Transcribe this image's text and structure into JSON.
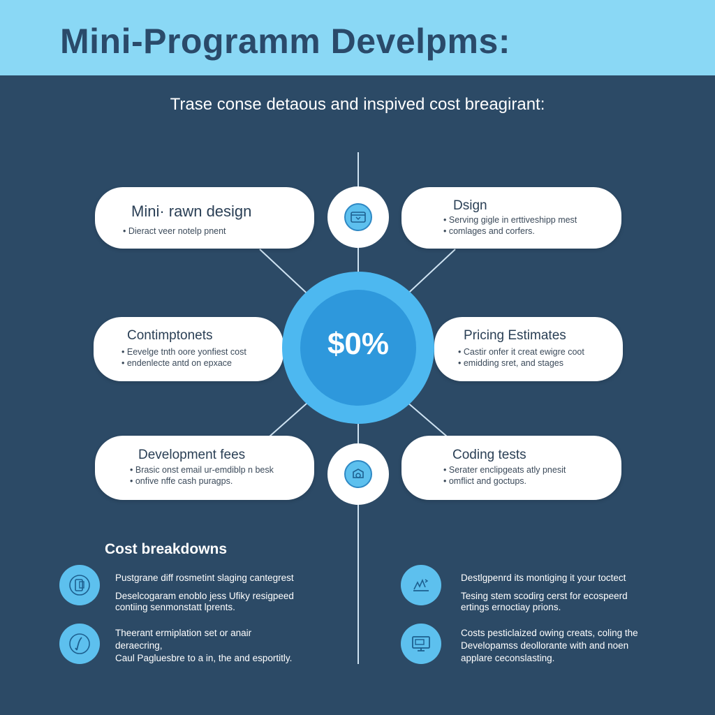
{
  "header": {
    "title": "Mini-Programm Develpms:"
  },
  "subtitle": "Trase conse detaous and inspived cost breagirant:",
  "hub": {
    "value": "$0%"
  },
  "cards": {
    "top_left": {
      "title": "Mini· rawn design",
      "bullets": [
        "Dieract veer notelp pnent"
      ]
    },
    "top_right": {
      "title": "Dsign",
      "bullets": [
        "Serving gigle in erttiveshipp mest",
        "comlages and corfers."
      ]
    },
    "mid_left": {
      "title": "Contimptonets",
      "bullets": [
        "Eevelge tnth oore yonfiest cost",
        "endenlecte antd on epxace"
      ]
    },
    "mid_right": {
      "title": "Pricing Estimates",
      "bullets": [
        "Castir onfer it creat ewigre coot",
        "emidding sret, and stages"
      ]
    },
    "bottom_left": {
      "title": "Development fees",
      "bullets": [
        "Brasic onst email ur-emdiblp n besk",
        "onfive nffe cash puragps."
      ]
    },
    "bottom_right": {
      "title": "Coding tests",
      "bullets": [
        "Serater enclipgeats atly pnesit",
        "omflict and goctups."
      ]
    }
  },
  "icons": {
    "top_connector": "browser-window-icon",
    "bottom_connector": "paint-bucket-icon",
    "breakdown_1": "mobile-app-icon",
    "breakdown_2": "stylus-icon",
    "breakdown_3": "growth-graph-icon",
    "breakdown_4": "monitor-icon"
  },
  "breakdowns": {
    "title": "Cost breakdowns",
    "item1": {
      "lines": [
        "Pustgrane diff rosmetint slaging cantegrest",
        "Deselcogaram enoblo jess Ufiky resigpeed",
        "contiing senmonstatt lprents."
      ]
    },
    "item2": {
      "lines": [
        "Theerant ermiplation set or anair",
        "deraecring,",
        "Caul Pagluesbre to a in, the and esportitly."
      ]
    },
    "item3": {
      "lines": [
        "Destlgpenrd its montiging it your toctect",
        "Tesing stem scodirg cerst for ecospeerd",
        "ertings ernoctiay prions."
      ]
    },
    "item4": {
      "lines": [
        "Costs pesticlaized owing creats, coling the",
        "Developamss deollorante with and noen",
        "applare ceconslasting."
      ]
    }
  },
  "colors": {
    "background": "#2c4a66",
    "header_band": "#8ad8f5",
    "accent": "#4db8f0",
    "hub_inner": "#2e98dc"
  }
}
